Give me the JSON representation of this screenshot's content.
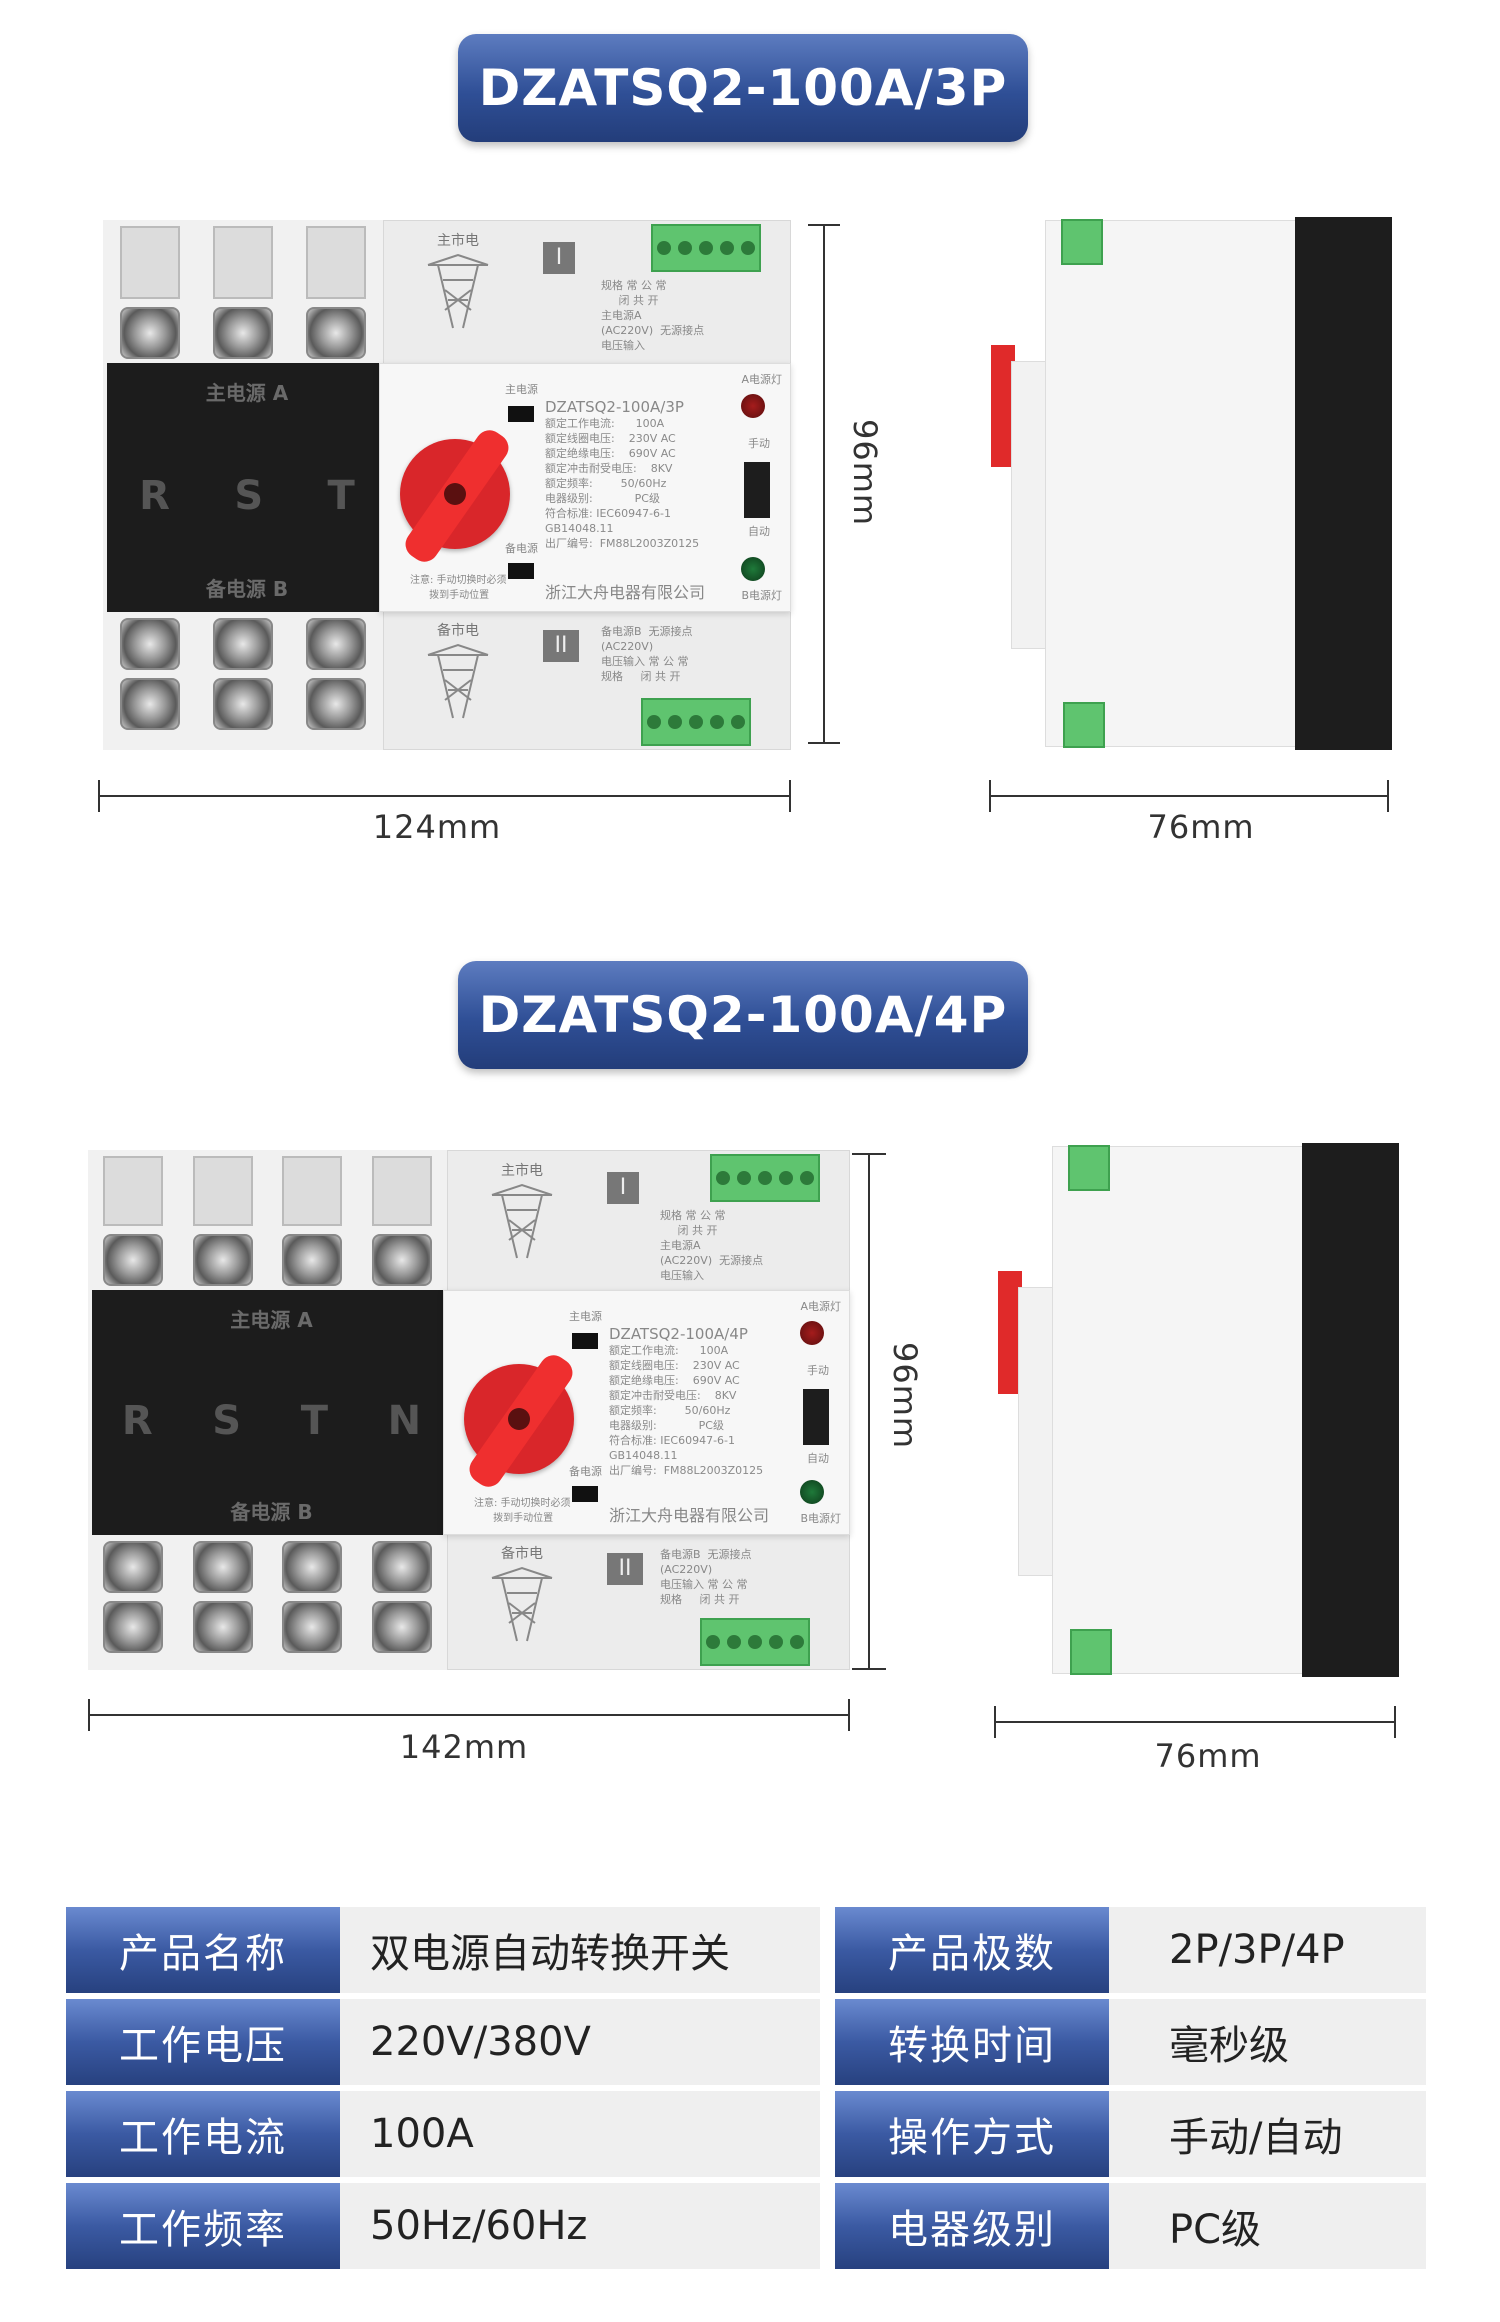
{
  "products": [
    {
      "title": "DZATSQ2-100A/3P",
      "poles": [
        "R",
        "S",
        "T"
      ],
      "width_label": "124mm",
      "height_label": "96mm",
      "depth_label": "76mm"
    },
    {
      "title": "DZATSQ2-100A/4P",
      "poles": [
        "R",
        "S",
        "T",
        "N"
      ],
      "width_label": "142mm",
      "height_label": "96mm",
      "depth_label": "76mm"
    }
  ],
  "device_label": {
    "cover_top": "主电源 A",
    "cover_bottom": "备电源 B",
    "main_grid": "主市电",
    "backup_grid": "备市电",
    "roman_main": "I",
    "roman_backup": "II",
    "main_power": "主电源",
    "backup_power": "备电源",
    "lamp_a": "A电源灯",
    "lamp_b": "B电源灯",
    "manual": "手动",
    "auto": "自动",
    "specs": "额定工作电流:      100A\n额定线圈电压:    230V AC\n额定绝缘电压:    690V AC\n额定冲击耐受电压:    8KV\n额定频率:        50/60Hz\n电器级别:            PC级\n符合标准: IEC60947-6-1 GB14048.11\n出厂编号:  FM88L2003Z0125",
    "company": "浙江大舟电器有限公司",
    "note": "注意: 手动切换时必须\n      拨到手动位置",
    "contacts_top": "规格 常 公 常\n     闭 共 开\n主电源A\n(AC220V)  无源接点\n电压输入",
    "contacts_bottom": "备电源B  无源接点\n(AC220V)\n电压输入 常 公 常\n规格     闭 共 开"
  },
  "specs_table": [
    {
      "label": "产品名称",
      "value": "双电源自动转换开关",
      "label2": "产品极数",
      "value2": "2P/3P/4P"
    },
    {
      "label": "工作电压",
      "value": "220V/380V",
      "label2": "转换时间",
      "value2": "毫秒级"
    },
    {
      "label": "工作电流",
      "value": "100A",
      "label2": "操作方式",
      "value2": "手动/自动"
    },
    {
      "label": "工作频率",
      "value": "50Hz/60Hz",
      "label2": "电器级别",
      "value2": "PC级"
    }
  ],
  "colors": {
    "accent": "#2f4f96",
    "knob": "#d9262a",
    "terminal": "#5fc46f"
  }
}
